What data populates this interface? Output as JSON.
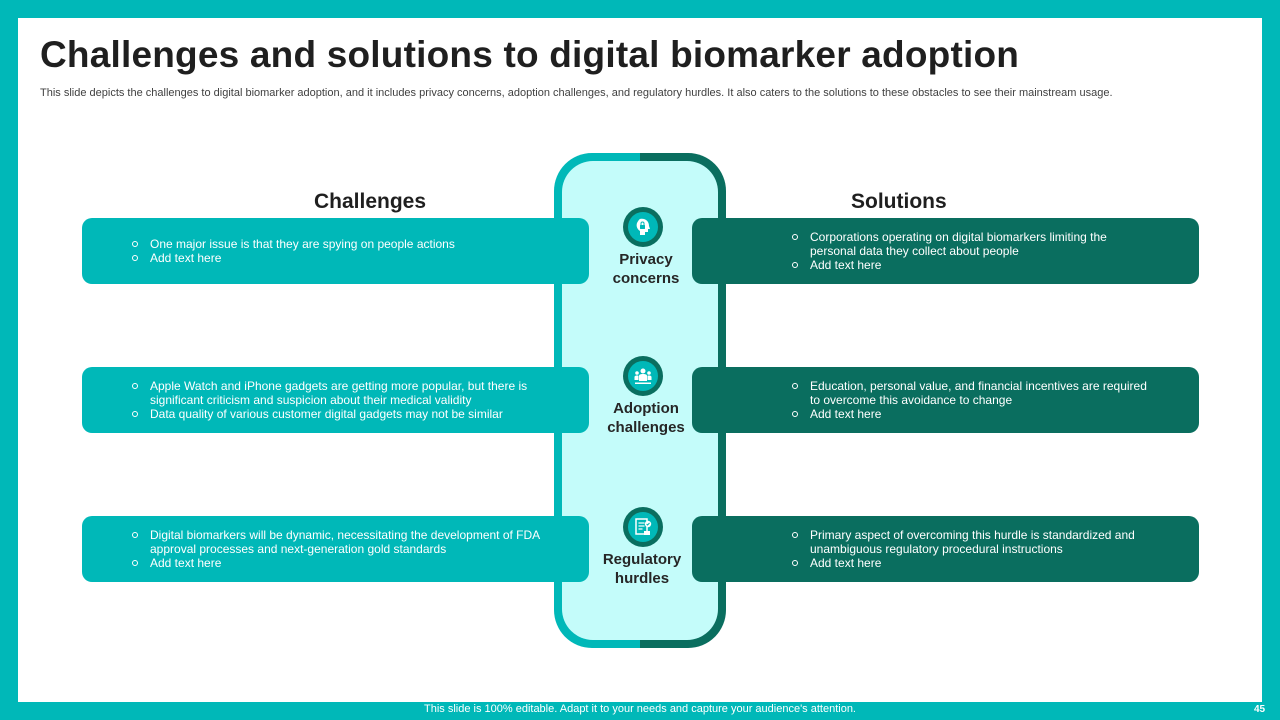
{
  "title": "Challenges and solutions to digital biomarker adoption",
  "subtitle": "This slide depicts the challenges to digital biomarker adoption, and it includes privacy concerns, adoption challenges, and regulatory hurdles. It also caters to the solutions to these obstacles to see their mainstream usage.",
  "columns": {
    "challenges": "Challenges",
    "solutions": "Solutions"
  },
  "rows": [
    {
      "label_line1": "Privacy",
      "label_line2": "concerns",
      "icon": "privacy-lock-head-icon",
      "challenges": [
        "One major issue is that they are spying on people actions",
        "Add text here"
      ],
      "solutions": [
        "Corporations operating on digital biomarkers limiting the personal data they collect about people",
        "Add text here"
      ]
    },
    {
      "label_line1": "Adoption",
      "label_line2": "challenges",
      "icon": "team-adoption-icon",
      "challenges": [
        "Apple Watch and iPhone gadgets are getting more popular, but there is significant criticism and suspicion about their medical validity",
        "Data quality of various customer digital gadgets may not be similar"
      ],
      "solutions": [
        "Education, personal value, and financial incentives are required to overcome this avoidance to change",
        "Add text here"
      ]
    },
    {
      "label_line1": "Regulatory",
      "label_line2": "hurdles",
      "icon": "regulatory-document-icon",
      "challenges": [
        "Digital biomarkers will be dynamic, necessitating the development of FDA approval processes and next-generation gold standards",
        "Add text here"
      ],
      "solutions": [
        "Primary aspect of overcoming this hurdle is standardized and unambiguous regulatory procedural instructions",
        "Add text here"
      ]
    }
  ],
  "footer": "This slide is 100% editable. Adapt it to your needs and capture your audience's attention.",
  "page_number": "45",
  "colors": {
    "teal": "#00b8b8",
    "dark_green": "#0a6e5f",
    "light_cyan": "#c4fcfa"
  }
}
